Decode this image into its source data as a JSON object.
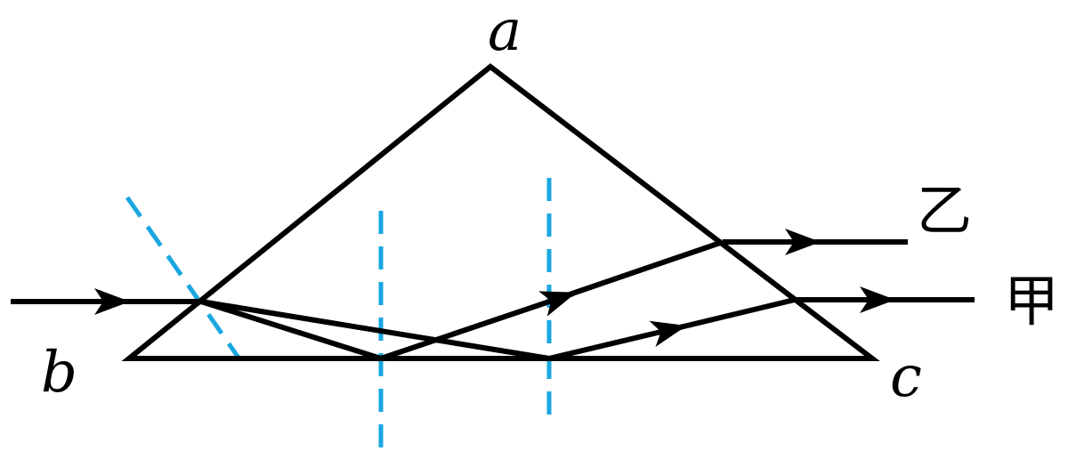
{
  "labels": {
    "vertex_a": "a",
    "vertex_b": "b",
    "vertex_c": "c",
    "ray_upper": "乙",
    "ray_lower": "甲"
  },
  "colors": {
    "line": "#000000",
    "normal": "#1aa7e0",
    "background": "#ffffff"
  }
}
